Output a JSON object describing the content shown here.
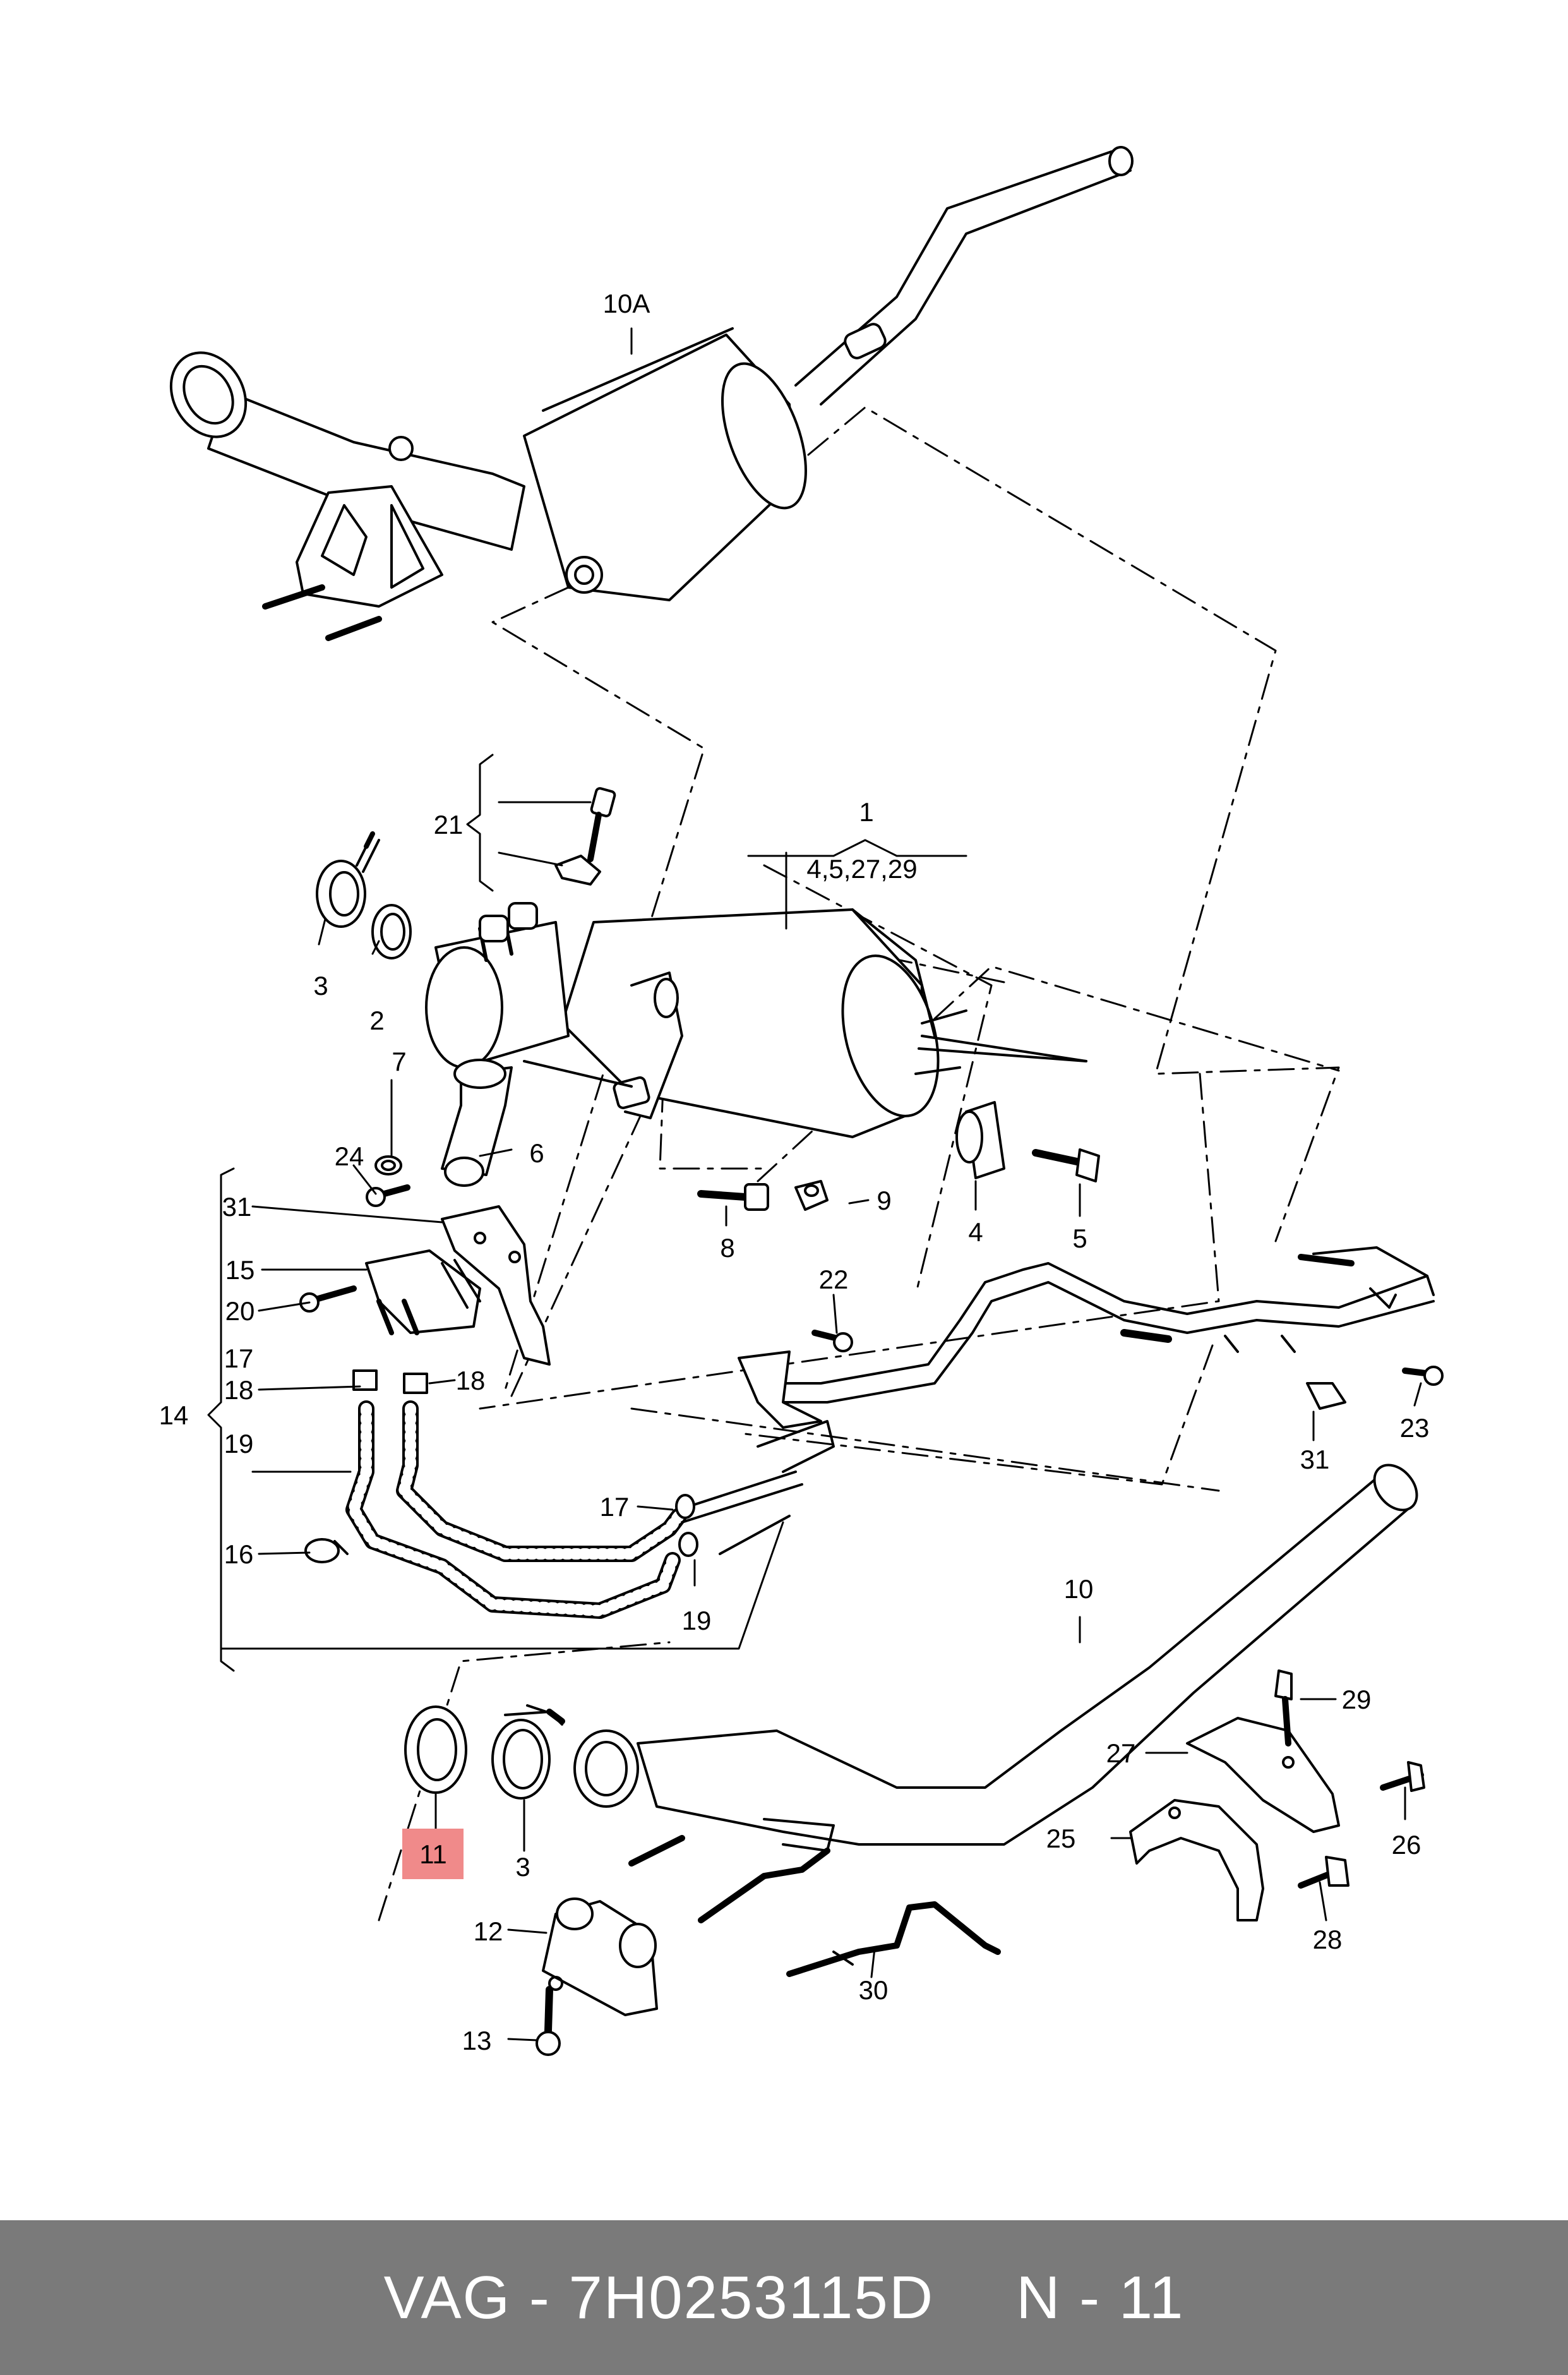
{
  "diagram": {
    "callouts": {
      "c10A": "10A",
      "c21": "21",
      "c1": "1",
      "c1sub": "4,5,27,29",
      "c3a": "3",
      "c2": "2",
      "c7": "7",
      "c6": "6",
      "c24": "24",
      "c31a": "31",
      "c15": "15",
      "c20": "20",
      "c17a": "17",
      "c18a": "18",
      "c18b": "18",
      "c14": "14",
      "c19a": "19",
      "c16": "16",
      "c8": "8",
      "c9": "9",
      "c4": "4",
      "c5": "5",
      "c22": "22",
      "c23": "23",
      "c31b": "31",
      "c17b": "17",
      "c19b": "19",
      "c10": "10",
      "c29": "29",
      "c27": "27",
      "c26": "26",
      "c25": "25",
      "c28": "28",
      "c11": "11",
      "c3b": "3",
      "c12": "12",
      "c13": "13",
      "c30": "30"
    },
    "highlight_color": "#f08a8a"
  },
  "footer": {
    "brand": "VAG",
    "separator": "-",
    "part_number": "7H0253115D",
    "position_label": "N - 11"
  }
}
